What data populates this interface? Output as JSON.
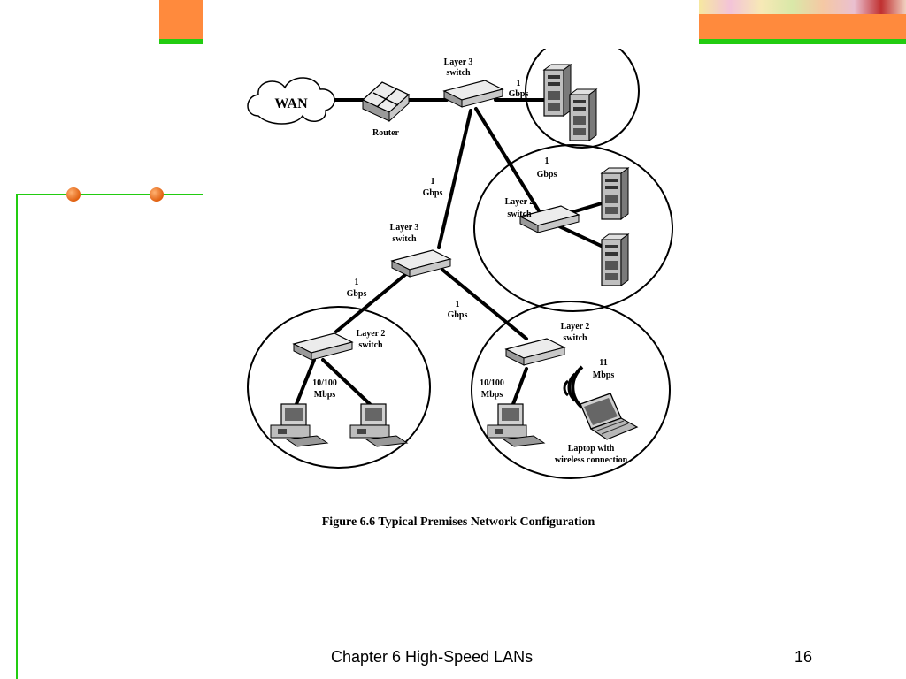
{
  "colors": {
    "accent_orange": "#ff8a3d",
    "accent_green": "#22cc11",
    "dot_orange": "#e06010",
    "line": "#000000"
  },
  "diagram": {
    "wan_label": "WAN",
    "router_label": "Router",
    "core_switch_label": [
      "Layer 3",
      "switch"
    ],
    "mid_switch_label": [
      "Layer 3",
      "switch"
    ],
    "server_switch_label": [
      "Layer 2",
      "switch"
    ],
    "left_switch_label": [
      "Layer 2",
      "switch"
    ],
    "right_switch_label": [
      "Layer 2",
      "switch"
    ],
    "link_core_servers": [
      "1",
      "Gbps"
    ],
    "link_core_server_switch": [
      "1",
      "Gbps"
    ],
    "link_core_mid": [
      "1",
      "Gbps"
    ],
    "link_mid_left": [
      "1",
      "Gbps"
    ],
    "link_mid_right": [
      "1",
      "Gbps"
    ],
    "left_speed": [
      "10/100",
      "Mbps"
    ],
    "right_speed": [
      "10/100",
      "Mbps"
    ],
    "wireless_speed": [
      "11",
      "Mbps"
    ],
    "laptop_label": [
      "Laptop with",
      "wireless connection"
    ],
    "caption": "Figure 6.6  Typical Premises Network Configuration"
  },
  "footer": {
    "title": "Chapter 6 High-Speed LANs",
    "page": "16"
  }
}
